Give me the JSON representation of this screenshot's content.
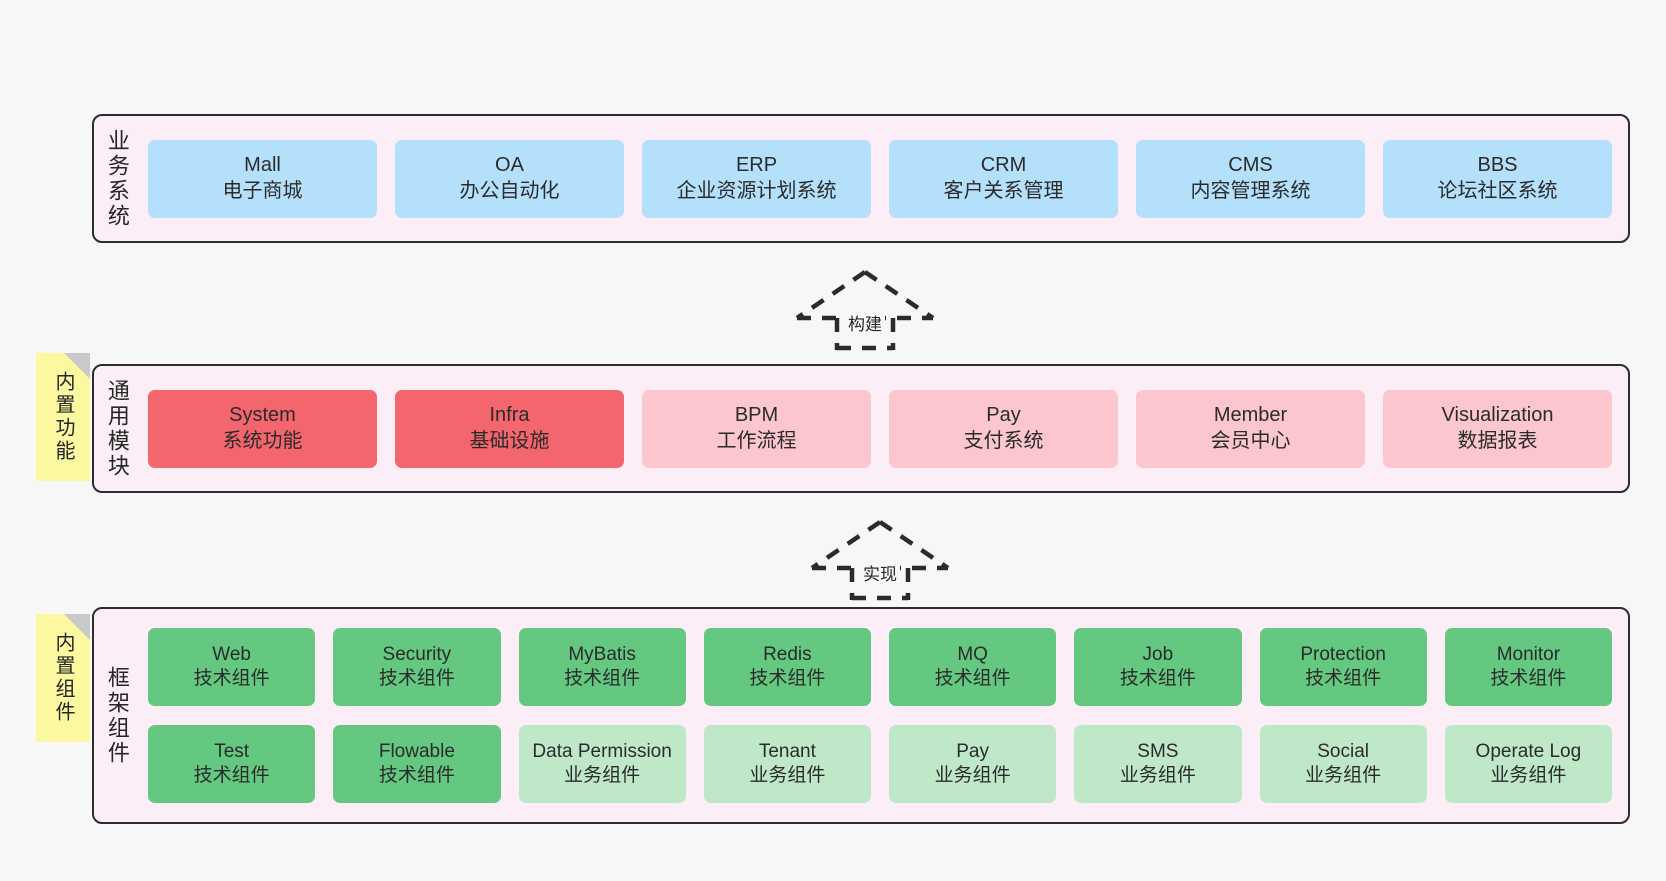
{
  "diagram": {
    "title_semantic": "layered-architecture-diagram",
    "background_color": "#f7f7f7",
    "colors": {
      "band_fill": "#fbeef6",
      "band_border": "#2e2b33",
      "business_card": "#b5e0fb",
      "module_core": "#f4666e",
      "module_optional": "#fbc6cd",
      "component_tech": "#64c880",
      "component_business": "#bfe8c9",
      "note_fill": "#fbf8a0",
      "note_fold": "#c9c9c9"
    }
  },
  "bands": {
    "business": {
      "title": "业务系统",
      "cards": [
        {
          "name": "Mall",
          "desc": "电子商城"
        },
        {
          "name": "OA",
          "desc": "办公自动化"
        },
        {
          "name": "ERP",
          "desc": "企业资源计划系统"
        },
        {
          "name": "CRM",
          "desc": "客户关系管理"
        },
        {
          "name": "CMS",
          "desc": "内容管理系统"
        },
        {
          "name": "BBS",
          "desc": "论坛社区系统"
        }
      ]
    },
    "modules": {
      "title": "通用模块",
      "note": "内置功能",
      "cards": [
        {
          "name": "System",
          "desc": "系统功能",
          "variant": "core"
        },
        {
          "name": "Infra",
          "desc": "基础设施",
          "variant": "core"
        },
        {
          "name": "BPM",
          "desc": "工作流程",
          "variant": "optional"
        },
        {
          "name": "Pay",
          "desc": "支付系统",
          "variant": "optional"
        },
        {
          "name": "Member",
          "desc": "会员中心",
          "variant": "optional"
        },
        {
          "name": "Visualization",
          "desc": "数据报表",
          "variant": "optional"
        }
      ]
    },
    "framework": {
      "title": "框架组件",
      "note": "内置组件",
      "row1": [
        {
          "name": "Web",
          "desc": "技术组件"
        },
        {
          "name": "Security",
          "desc": "技术组件"
        },
        {
          "name": "MyBatis",
          "desc": "技术组件"
        },
        {
          "name": "Redis",
          "desc": "技术组件"
        },
        {
          "name": "MQ",
          "desc": "技术组件"
        },
        {
          "name": "Job",
          "desc": "技术组件"
        },
        {
          "name": "Protection",
          "desc": "技术组件"
        },
        {
          "name": "Monitor",
          "desc": "技术组件"
        }
      ],
      "row2": [
        {
          "name": "Test",
          "desc": "技术组件",
          "variant": "tech"
        },
        {
          "name": "Flowable",
          "desc": "技术组件",
          "variant": "tech"
        },
        {
          "name": "Data Permission",
          "desc": "业务组件",
          "variant": "business"
        },
        {
          "name": "Tenant",
          "desc": "业务组件",
          "variant": "business"
        },
        {
          "name": "Pay",
          "desc": "业务组件",
          "variant": "business"
        },
        {
          "name": "SMS",
          "desc": "业务组件",
          "variant": "business"
        },
        {
          "name": "Social",
          "desc": "业务组件",
          "variant": "business"
        },
        {
          "name": "Operate Log",
          "desc": "业务组件",
          "variant": "business"
        }
      ]
    }
  },
  "arrows": {
    "build": {
      "label": "构建"
    },
    "implement": {
      "label": "实现"
    }
  }
}
